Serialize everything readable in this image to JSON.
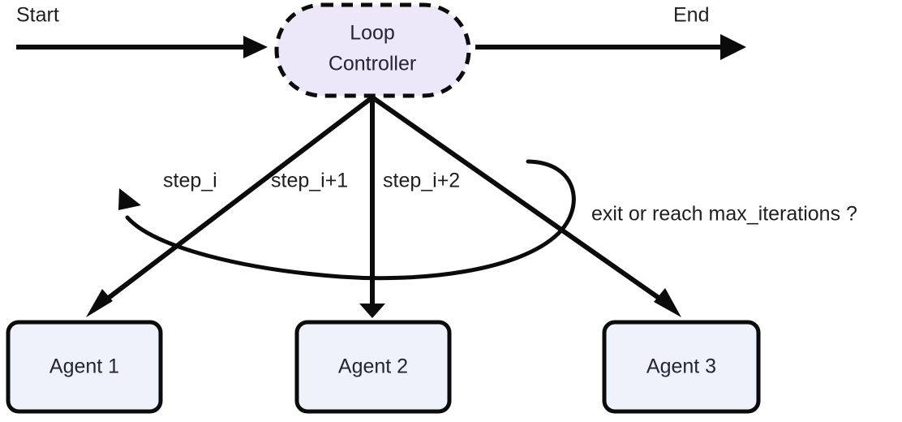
{
  "diagram": {
    "title_visible": false,
    "background_color": "#ffffff",
    "endpoints": {
      "start_label": "Start",
      "end_label": "End"
    },
    "controller": {
      "label_line1": "Loop",
      "label_line2": "Controller",
      "fill_color": "#ede7fa",
      "stroke_color": "#0b0b0b",
      "stroke_style": "dashed",
      "shape": "stadium"
    },
    "agents": [
      {
        "label": "Agent 1",
        "fill_color": "#eef2fb",
        "stroke_color": "#0b0b0b"
      },
      {
        "label": "Agent 2",
        "fill_color": "#eef2fb",
        "stroke_color": "#0b0b0b"
      },
      {
        "label": "Agent 3",
        "fill_color": "#eef2fb",
        "stroke_color": "#0b0b0b"
      }
    ],
    "edge_labels": [
      "step_i",
      "step_i+1",
      "step_i+2"
    ],
    "feedback_label": "exit or reach max_iterations ?",
    "line_color": "#0b0b0b",
    "text_color": "#1f1f1f"
  }
}
